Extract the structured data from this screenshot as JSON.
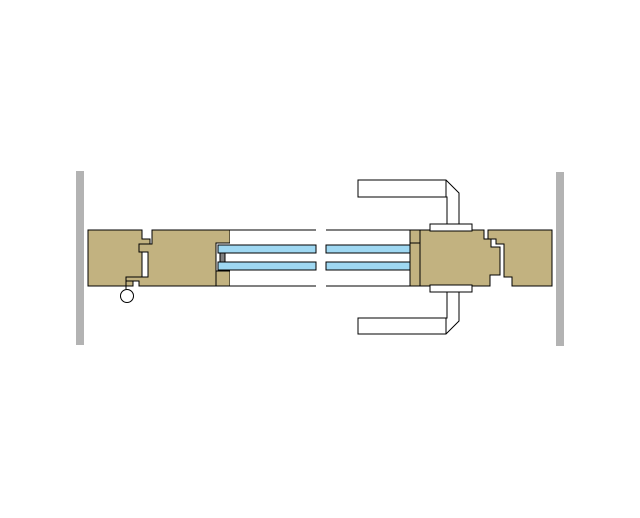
{
  "diagram": {
    "kind": "window-section-detail",
    "labels": [],
    "colors": {
      "background": "#ffffff",
      "wall": "#b3b3b3",
      "timber": "#c2b280",
      "glass": "#9fd8f2",
      "spacer": "#7f7f7f",
      "stroke": "#000000",
      "handle_fill": "#ffffff"
    },
    "parts": [
      "wall-left",
      "wall-right",
      "frame-left",
      "sash-left",
      "glazing-bead-left",
      "insulated-glass-unit",
      "sash-right",
      "frame-right",
      "handle-top",
      "handle-bottom",
      "hinge-pin"
    ]
  }
}
